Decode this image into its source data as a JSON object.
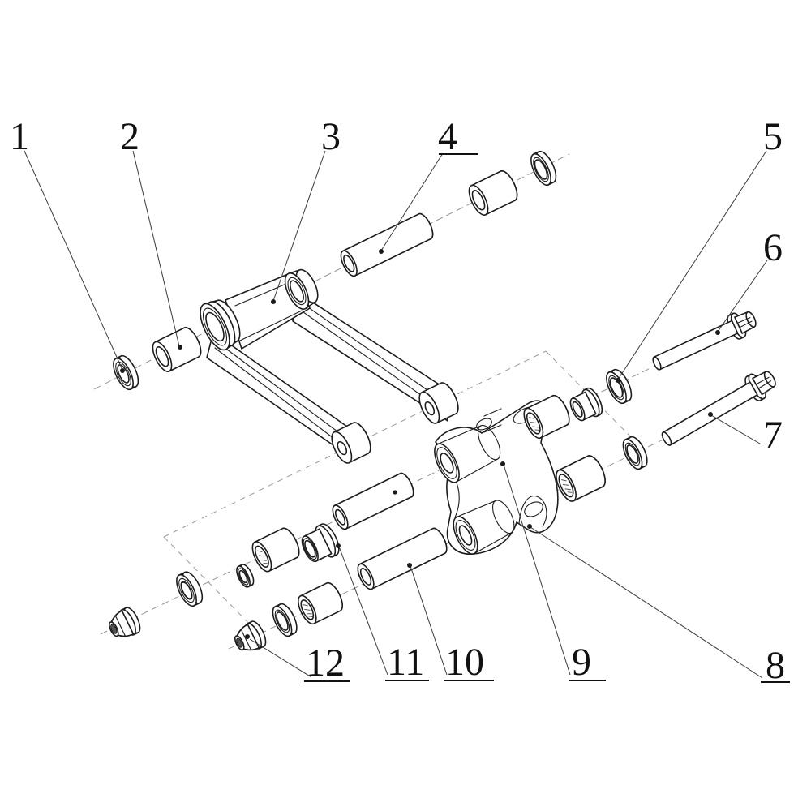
{
  "meta": {
    "type": "exploded-parts-diagram",
    "background": "#ffffff"
  },
  "colors": {
    "line": "#1c1c1c",
    "leader": "#3a3a3a",
    "dash": "#9a9a9a",
    "label": "#111111"
  },
  "callouts": [
    {
      "label": "1",
      "part": "seal-washer"
    },
    {
      "label": "2",
      "part": "bushing-collar"
    },
    {
      "label": "3",
      "part": "linkage-arm"
    },
    {
      "label": "4",
      "part": "spacer-sleeve"
    },
    {
      "label": "5",
      "part": "dust-seal"
    },
    {
      "label": "6",
      "part": "flange-bolt"
    },
    {
      "label": "7",
      "part": "flange-bolt"
    },
    {
      "label": "8",
      "part": "rocker-bracket"
    },
    {
      "label": "9",
      "part": "pivot-sleeve"
    },
    {
      "label": "10",
      "part": "spacer-tube"
    },
    {
      "label": "11",
      "part": "bearing-collar"
    },
    {
      "label": "12",
      "part": "flange-nut"
    }
  ]
}
